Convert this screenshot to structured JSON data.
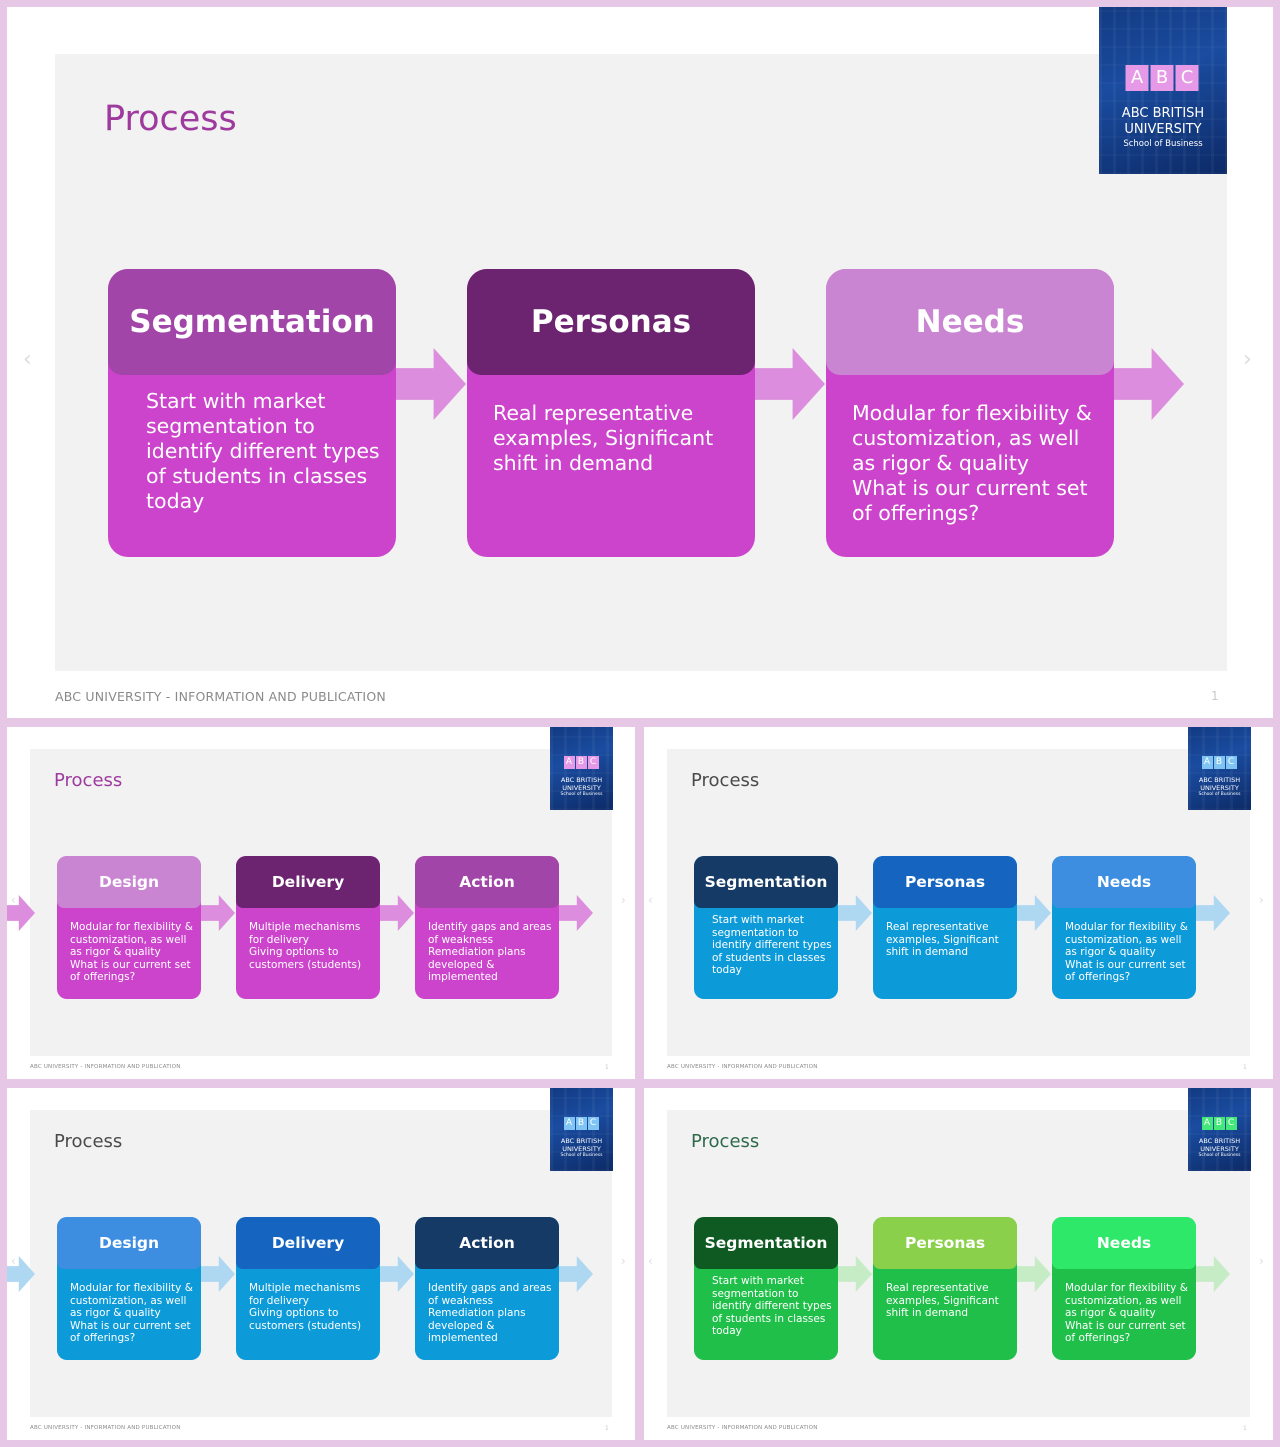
{
  "slides": [
    {
      "title": "Process",
      "footer": "ABC UNIVERSITY - INFORMATION AND PUBLICATION",
      "page": "1",
      "logo": {
        "letters": [
          "A",
          "B",
          "C"
        ],
        "line1": "ABC BRITISH",
        "line2": "UNIVERSITY",
        "line3": "School of Business"
      },
      "colors": {
        "title": "#9e3a9e",
        "arrow": "#dd8ddd",
        "body": "#cc44cc",
        "heads": [
          "#a245a8",
          "#6c2370",
          "#c985d1"
        ],
        "logo_letters": "#e699e6"
      },
      "boxes": [
        {
          "title": "Segmentation",
          "lines": [
            "Start with market",
            "segmentation to",
            "identify different types",
            "of students in classes",
            "today"
          ]
        },
        {
          "title": "Personas",
          "lines": [
            "Real representative",
            "examples, Significant",
            "shift in demand"
          ]
        },
        {
          "title": "Needs",
          "lines": [
            "Modular for flexibility &",
            "customization, as well",
            "as rigor & quality",
            "What is our current set",
            "of offerings?"
          ]
        }
      ]
    },
    {
      "title": "Process",
      "footer": "ABC UNIVERSITY - INFORMATION AND PUBLICATION",
      "page": "1",
      "logo": {
        "letters": [
          "A",
          "B",
          "C"
        ],
        "line1": "ABC BRITISH",
        "line2": "UNIVERSITY",
        "line3": "School of Business"
      },
      "colors": {
        "title": "#9e3a9e",
        "arrow": "#dd8ddd",
        "body": "#cc44cc",
        "heads": [
          "#c985d1",
          "#6c2370",
          "#a245a8"
        ],
        "logo_letters": "#e699e6"
      },
      "boxes": [
        {
          "title": "Design",
          "lines": [
            "Modular for flexibility &",
            "customization, as well",
            "as rigor & quality",
            "What is our current set",
            "of offerings?"
          ]
        },
        {
          "title": "Delivery",
          "lines": [
            "Multiple mechanisms",
            "for delivery",
            "Giving options to",
            "customers (students)"
          ]
        },
        {
          "title": "Action",
          "lines": [
            "Identify gaps and areas",
            "of weakness",
            "Remediation plans",
            "developed &",
            "implemented"
          ]
        }
      ]
    },
    {
      "title": "Process",
      "footer": "ABC UNIVERSITY - INFORMATION AND PUBLICATION",
      "page": "1",
      "logo": {
        "letters": [
          "A",
          "B",
          "C"
        ],
        "line1": "ABC BRITISH",
        "line2": "UNIVERSITY",
        "line3": "School of Business"
      },
      "colors": {
        "title": "#4a4a4a",
        "arrow": "#aed8f2",
        "body": "#0c9ad8",
        "heads": [
          "#153a66",
          "#1565c0",
          "#3d8ee0"
        ],
        "logo_letters": "#7fc4f2"
      },
      "boxes": [
        {
          "title": "Segmentation",
          "lines": [
            "Start with market",
            "segmentation to",
            "identify different types",
            "of students in classes",
            "today"
          ]
        },
        {
          "title": "Personas",
          "lines": [
            "Real representative",
            "examples, Significant",
            "shift in demand"
          ]
        },
        {
          "title": "Needs",
          "lines": [
            "Modular for flexibility &",
            "customization, as well",
            "as rigor & quality",
            "What is our current set",
            "of offerings?"
          ]
        }
      ]
    },
    {
      "title": "Process",
      "footer": "ABC UNIVERSITY - INFORMATION AND PUBLICATION",
      "page": "1",
      "logo": {
        "letters": [
          "A",
          "B",
          "C"
        ],
        "line1": "ABC BRITISH",
        "line2": "UNIVERSITY",
        "line3": "School of Business"
      },
      "colors": {
        "title": "#4a4a4a",
        "arrow": "#aed8f2",
        "body": "#0c9ad8",
        "heads": [
          "#3d8ee0",
          "#1565c0",
          "#153a66"
        ],
        "logo_letters": "#7fc4f2"
      },
      "boxes": [
        {
          "title": "Design",
          "lines": [
            "Modular for flexibility &",
            "customization, as well",
            "as rigor & quality",
            "What is our current set",
            "of offerings?"
          ]
        },
        {
          "title": "Delivery",
          "lines": [
            "Multiple mechanisms",
            "for delivery",
            "Giving options to",
            "customers (students)"
          ]
        },
        {
          "title": "Action",
          "lines": [
            "Identify gaps and areas",
            "of weakness",
            "Remediation plans",
            "developed &",
            "implemented"
          ]
        }
      ]
    },
    {
      "title": "Process",
      "footer": "ABC UNIVERSITY - INFORMATION AND PUBLICATION",
      "page": "1",
      "logo": {
        "letters": [
          "A",
          "B",
          "C"
        ],
        "line1": "ABC BRITISH",
        "line2": "UNIVERSITY",
        "line3": "School of Business"
      },
      "colors": {
        "title": "#2e6a4a",
        "arrow": "#c6ecc6",
        "body": "#1fbf4a",
        "heads": [
          "#0f5a22",
          "#8ad04a",
          "#2ee86a"
        ],
        "logo_letters": "#44e87a"
      },
      "boxes": [
        {
          "title": "Segmentation",
          "lines": [
            "Start with market",
            "segmentation to",
            "identify different types",
            "of students in classes",
            "today"
          ]
        },
        {
          "title": "Personas",
          "lines": [
            "Real representative",
            "examples, Significant",
            "shift in demand"
          ]
        },
        {
          "title": "Needs",
          "lines": [
            "Modular for flexibility &",
            "customization, as well",
            "as rigor & quality",
            "What is our current set",
            "of offerings?"
          ]
        }
      ]
    }
  ]
}
